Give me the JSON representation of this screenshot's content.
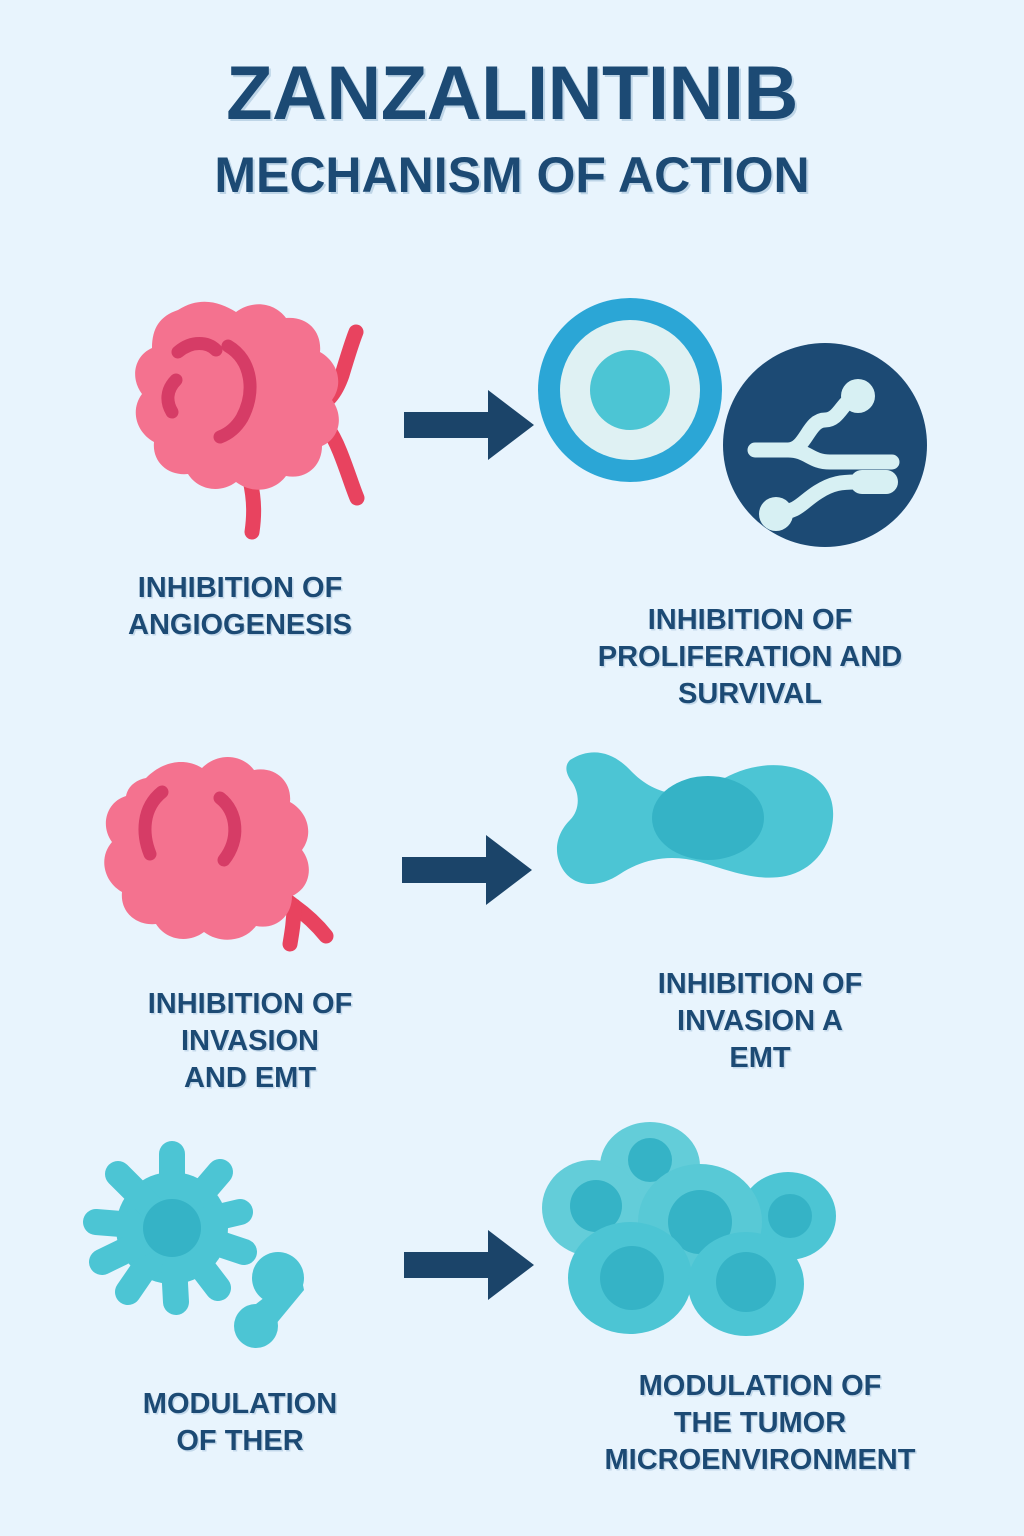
{
  "header": {
    "title": "ZANZALINTINIB",
    "subtitle": "MECHANISM OF ACTION"
  },
  "colors": {
    "background": "#e8f4fd",
    "navy": "#1c4a74",
    "navy_dark": "#1b4469",
    "pink_cell": "#f4728f",
    "pink_cell_dark": "#d63c66",
    "vessel_red": "#e8435f",
    "teal": "#4cc5d4",
    "teal_dark": "#35b3c6",
    "teal_light": "#63cdd9",
    "cell_ring_blue": "#2ba6d6",
    "cell_inner_pale": "#dff1f3",
    "icon_pale": "#d7f0f3"
  },
  "rows": [
    {
      "id": "row-1",
      "left": {
        "icon": "tumor-cell-with-vessels-icon",
        "caption": "INHIBITION OF\nANGIOGENESIS"
      },
      "arrow": "arrow-right-icon",
      "right": {
        "icon": "cell-receptor-and-signaling-pathway-icon",
        "caption": "INHIBITION OF\nPROLIFERATION AND\nSURVIVAL"
      }
    },
    {
      "id": "row-2",
      "left": {
        "icon": "tumor-cell-with-vessel-icon",
        "caption": "INHIBITION OF\nINVASION\nAND EMT"
      },
      "arrow": "arrow-right-icon",
      "right": {
        "icon": "mesenchymal-cell-icon",
        "caption": "INHIBITION OF\nINVASION A\nEMT"
      }
    },
    {
      "id": "row-3",
      "left": {
        "icon": "immune-cell-icon",
        "caption": "MODULATION\nOF THER"
      },
      "arrow": "arrow-right-icon",
      "right": {
        "icon": "tumor-cell-cluster-icon",
        "caption": "MODULATION OF\nTHE TUMOR\nMICROENVIRONMENT"
      }
    }
  ]
}
